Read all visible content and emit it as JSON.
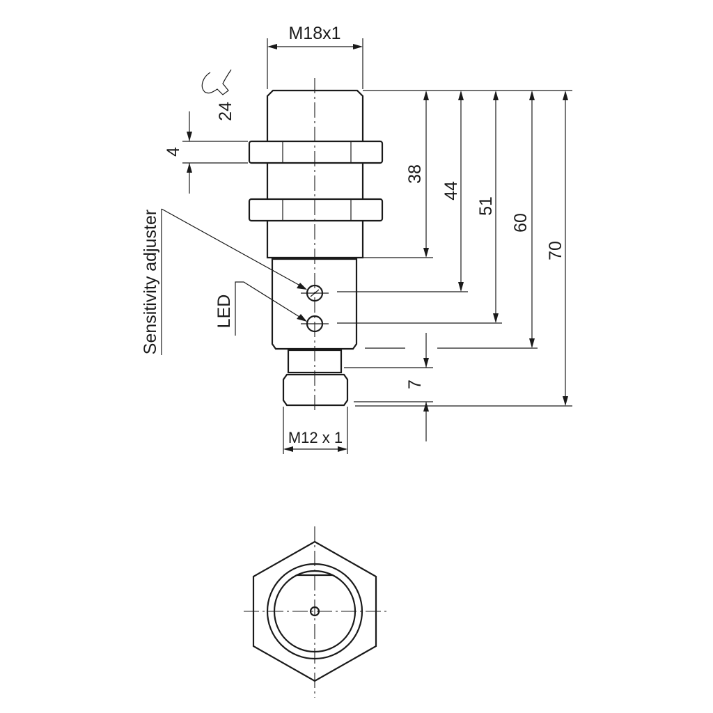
{
  "labels": {
    "thread_top": "M18x1",
    "thread_bottom": "M12 x 1",
    "wrench_size": "24",
    "nut_thickness": "4",
    "sensitivity_adjuster": "Sensitivity adjuster",
    "led": "LED",
    "connector_length": "7"
  },
  "dimensions": [
    "38",
    "44",
    "51",
    "60",
    "70"
  ]
}
